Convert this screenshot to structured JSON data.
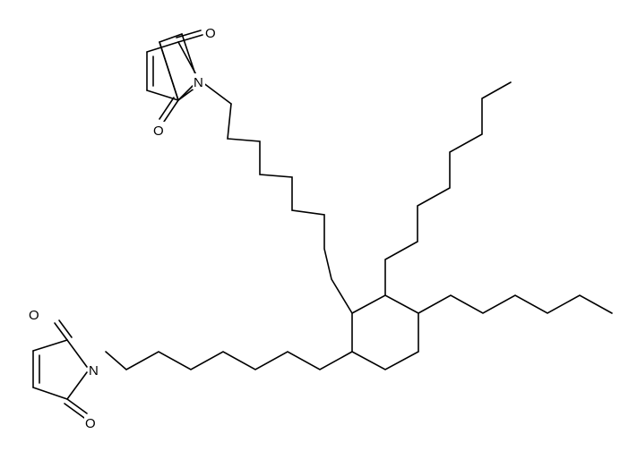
{
  "atoms": {
    "top_maleimide": {
      "o1": "O",
      "n": "N",
      "o2": "O"
    },
    "bottom_maleimide": {
      "o1": "O",
      "n": "N",
      "o2": "O"
    }
  },
  "colors": {
    "ink": "#000000",
    "background": "#ffffff"
  }
}
